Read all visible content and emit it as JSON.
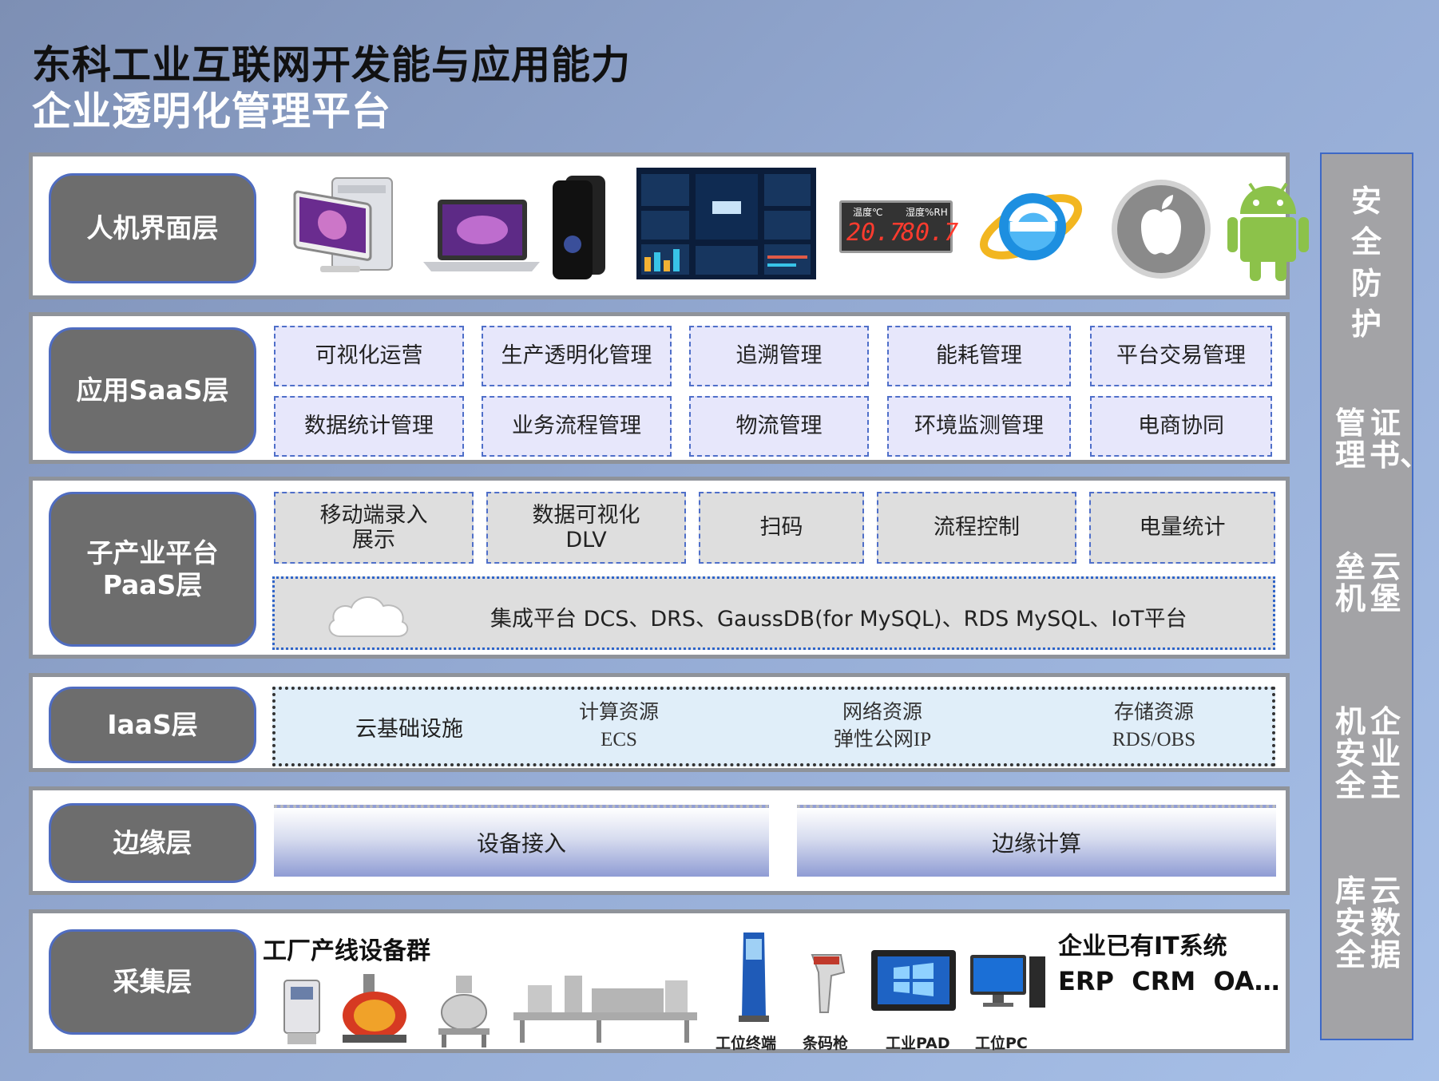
{
  "title_line1": "东科工业互联网开发能与应用能力",
  "title_line2": "企业透明化管理平台",
  "hmi": {
    "label": "人机界面层",
    "sensor_temp_label": "温度℃",
    "sensor_humidity_label": "湿度%RH",
    "sensor_temp_value": "20.7",
    "sensor_humidity_value": "80.7"
  },
  "saas": {
    "label": "应用SaaS层",
    "row1": [
      "可视化运营",
      "生产透明化管理",
      "追溯管理",
      "能耗管理",
      "平台交易管理"
    ],
    "row2": [
      "数据统计管理",
      "业务流程管理",
      "物流管理",
      "环境监测管理",
      "电商协同"
    ]
  },
  "paas": {
    "label_line1": "子产业平台",
    "label_line2": "PaaS层",
    "items": [
      {
        "line1": "移动端录入",
        "line2": "展示"
      },
      {
        "line1": "数据可视化",
        "line2": "DLV"
      },
      {
        "line1": "扫码",
        "line2": ""
      },
      {
        "line1": "流程控制",
        "line2": ""
      },
      {
        "line1": "电量统计",
        "line2": ""
      }
    ],
    "integration": "集成平台 DCS、DRS、GaussDB(for MySQL)、RDS MySQL、IoT平台"
  },
  "iaas": {
    "label": "IaaS层",
    "cloud_infra": "云基础设施",
    "items": [
      {
        "line1": "计算资源",
        "line2": "ECS"
      },
      {
        "line1": "网络资源",
        "line2": "弹性公网IP"
      },
      {
        "line1": "存储资源",
        "line2": "RDS/OBS"
      }
    ]
  },
  "edge": {
    "label": "边缘层",
    "items": [
      "设备接入",
      "边缘计算"
    ]
  },
  "collect": {
    "label": "采集层",
    "factory_title": "工厂产线设备群",
    "devices": [
      "工位终端",
      "条码枪",
      "工业PAD",
      "工位PC"
    ],
    "it_title": "企业已有IT系统",
    "it_systems": "ERP  CRM  OA…"
  },
  "security": {
    "items": [
      [
        "安全防护"
      ],
      [
        "证书、",
        "管理"
      ],
      [
        "云堡",
        "垒机"
      ],
      [
        "企业主",
        "机安全"
      ],
      [
        "云数据",
        "库安全"
      ]
    ]
  }
}
